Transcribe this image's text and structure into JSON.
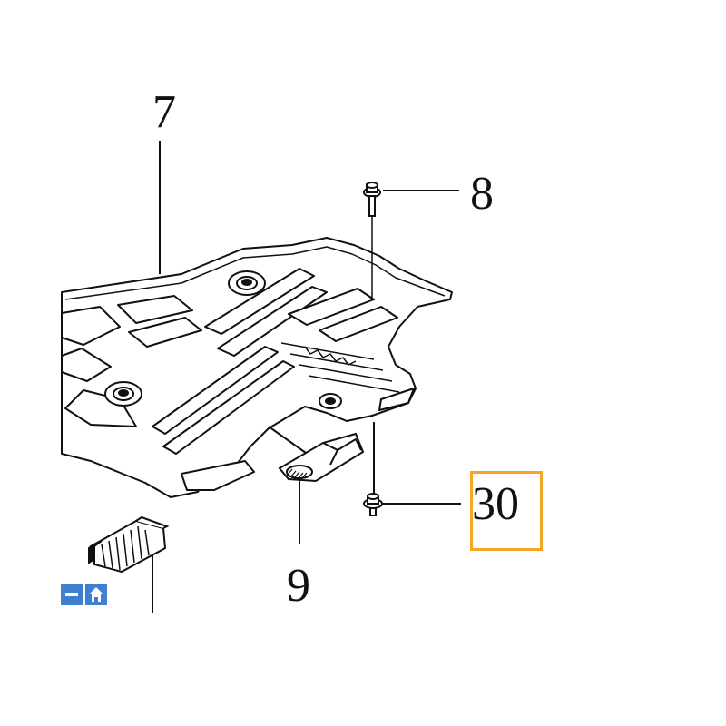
{
  "callouts": {
    "part_7": "7",
    "part_8": "8",
    "part_9": "9",
    "part_30": "30"
  },
  "highlighted_part": "30",
  "colors": {
    "highlight": "#f5a623",
    "nav_button": "#3f7fd1"
  },
  "nav": {
    "zoom_out_icon": "minus-icon",
    "home_icon": "home-icon"
  }
}
